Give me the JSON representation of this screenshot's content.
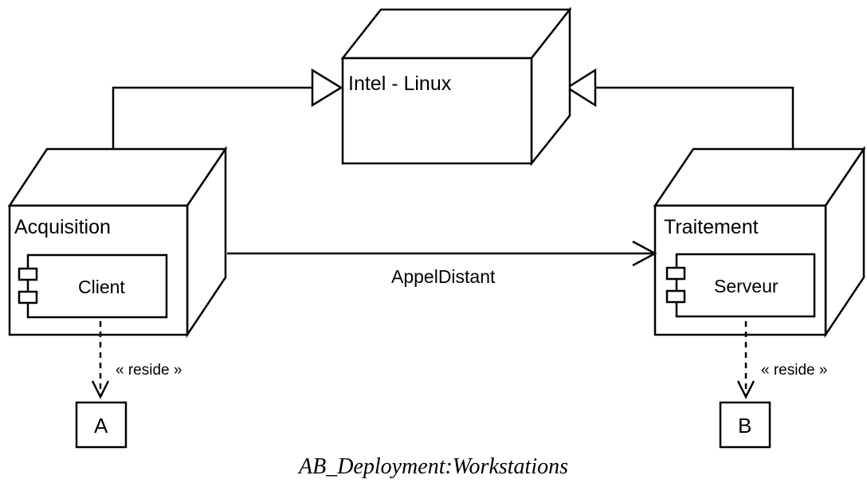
{
  "nodes": {
    "platform": {
      "label": "Intel - Linux"
    },
    "acquisition": {
      "label": "Acquisition",
      "component": "Client"
    },
    "traitement": {
      "label": "Traitement",
      "component": "Serveur"
    }
  },
  "artifacts": {
    "a": {
      "label": "A"
    },
    "b": {
      "label": "B"
    }
  },
  "edges": {
    "remote_call": {
      "label": "AppelDistant"
    },
    "reside_left": {
      "label": "« reside »"
    },
    "reside_right": {
      "label": "« reside »"
    }
  },
  "caption": "AB_Deployment:Workstations"
}
